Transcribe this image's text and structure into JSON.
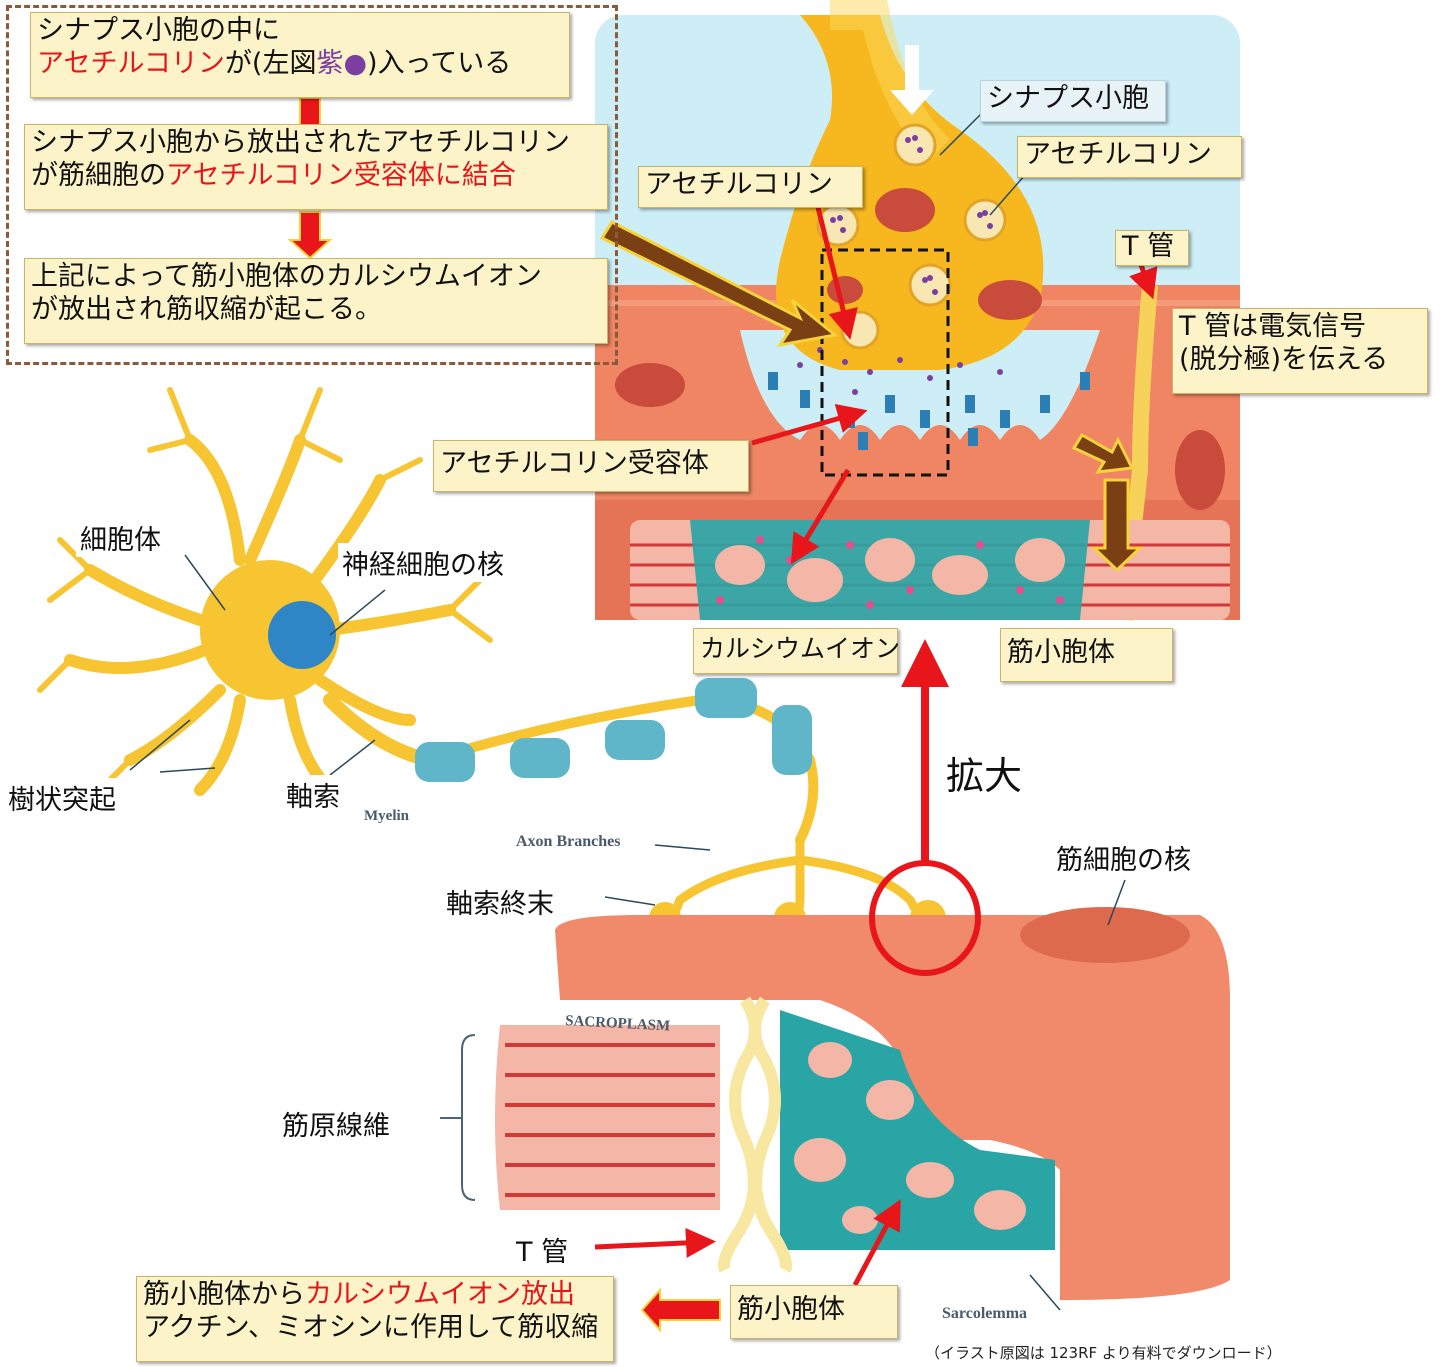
{
  "labels": {
    "synaptic_vesicle": "シナプス小胞",
    "acetylcholine_right": "アセチルコリン",
    "acetylcholine_left": "アセチルコリン",
    "t_tubule_top": "T 管",
    "t_tubule_desc": [
      "T 管は電気信号",
      "(脱分極)を伝える"
    ],
    "ach_receptor": "アセチルコリン受容体",
    "calcium_ion": "カルシウムイオン",
    "sr_top": "筋小胞体",
    "magnify": "拡大",
    "cell_body": "細胞体",
    "neuron_nucleus": "神経細胞の核",
    "dendrite": "樹状突起",
    "axon": "軸索",
    "myelin": "Myelin",
    "axon_branches": "Axon Branches",
    "axon_terminal": "軸索終末",
    "muscle_nucleus": "筋細胞の核",
    "sacroplasm": "SACROPLASM",
    "myofibril": "筋原線維",
    "t_tubule_bottom": "T 管",
    "sr_bottom": "筋小胞体",
    "sarcolemma": "Sarcolemma"
  },
  "top_notes": {
    "note1_line1": "シナプス小胞の中に",
    "note1_red": "アセチルコリン",
    "note1_mid": "が(左図",
    "note1_purple": "紫●",
    "note1_end": ")入っている",
    "note2_line1": "シナプス小胞から放出されたアセチルコリン",
    "note2_prefix": "が筋細胞の",
    "note2_red": "アセチルコリン受容体に結合",
    "note3_line1": "上記によって筋小胞体のカルシウムイオン",
    "note3_line2": "が放出され筋収縮が起こる。"
  },
  "bottom_note": {
    "prefix": "筋小胞体から",
    "red": "カルシウムイオン放出",
    "line2": "アクチン、ミオシンに作用して筋収縮"
  },
  "credit": "（イラスト原図は 123RF より有料でダウンロード）",
  "colors": {
    "neuron": "#f7c531",
    "muscle": "#f08a6a",
    "sr_teal": "#2aa5a5",
    "arrow_red": "#e8161b",
    "arrow_brown": "#7a3f12",
    "synapse_bg": "#cdeef7"
  }
}
